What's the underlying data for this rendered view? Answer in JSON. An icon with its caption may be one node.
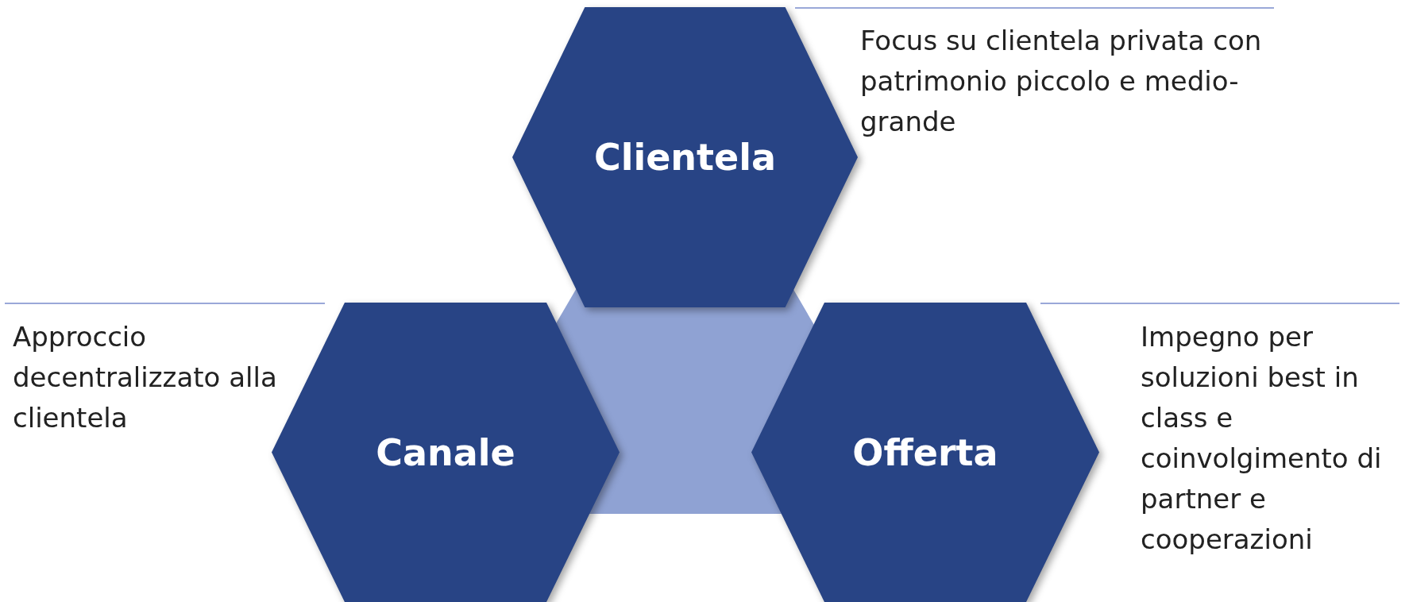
{
  "diagram": {
    "nodes": [
      {
        "text": [
          "Clientela"
        ],
        "beside": [
          "Focus su clientela privata con patrimonio piccolo e medio-grande"
        ]
      },
      {
        "text": [
          "Canale"
        ],
        "beside": [
          "Approccio decentralizzato alla clientela"
        ]
      },
      {
        "text": [
          "Offerta"
        ],
        "beside": [
          "Impegno per soluzioni best in class e coinvolgimento di partner e cooperazioni"
        ]
      }
    ]
  }
}
